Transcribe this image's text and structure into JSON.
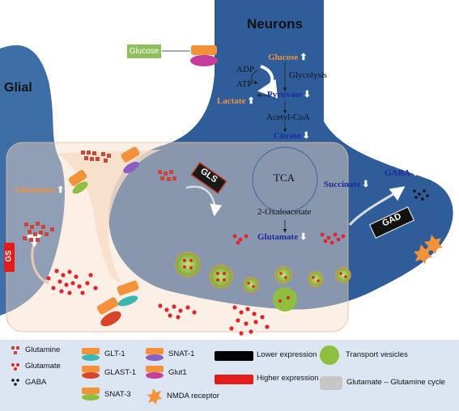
{
  "regions": {
    "neurons": "Neurons",
    "glial": "Glial"
  },
  "input": {
    "glucose_box": "Glucose"
  },
  "metabolites": {
    "glucose": "Glucose",
    "glucose_arrow": "⬆",
    "adp": "ADP",
    "atp": "ATP",
    "glycolysis": "Glycolysis",
    "lactate": "Lactate",
    "lactate_arrow": "⬆",
    "pyruvate": "Pyruvate",
    "pyruvate_arrow": "⬇",
    "acetyl_coa": "Acetyl-CoA",
    "citrate": "Citrate",
    "citrate_arrow": "⬇",
    "tca": "TCA",
    "succinate": "Succinate",
    "succinate_arrow": "⬇",
    "gaba": "GABA",
    "gaba_arrow": "⬇",
    "oxaloacetate": "2-Oxaloacetate",
    "glutamate": "Glutamate",
    "glutamate_arrow": "⬇",
    "glutamine": "Glutamine",
    "glutamine_arrow": "⬆"
  },
  "enzymes": {
    "gls": "GLS",
    "gad": "GAD",
    "gs": "GS"
  },
  "legend": {
    "glutamine": "Glutamine",
    "glutamate": "Glutamate",
    "gaba": "GABA",
    "glt1": "GLT-1",
    "glast1": "GLAST-1",
    "snat3": "SNAT-3",
    "snat1": "SNAT-1",
    "glut1": "Glut1",
    "nmda": "NMDA receptor",
    "lower": "Lower expression",
    "higher": "Higher expression",
    "vesicles": "Transport vesicles",
    "cycle": "Glutamate – Glutamine cycle"
  },
  "colors": {
    "neuron_blue": "#2f5d9a",
    "glia_blue": "#3d6ea6",
    "cycle_overlay": "#f7dcc8",
    "legend_bg": "#dce6f2",
    "orange_label": "#f3923a",
    "blue_label": "#1b2a9c",
    "glutamate_red": "#e3242b",
    "glutamine_red": "#c8473a",
    "vesicle_green": "#8fbf3f",
    "higher_red": "#e31b1b",
    "lower_black": "#000000"
  }
}
